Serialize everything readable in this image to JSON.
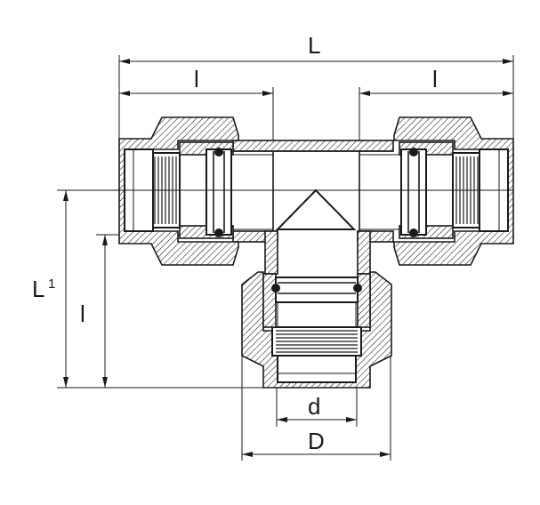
{
  "drawing": {
    "labels": {
      "overall_length": "L",
      "socket_length_left": "l",
      "socket_length_right": "l",
      "branch_height": "L",
      "branch_height_subscript": "1",
      "branch_socket_length": "l",
      "pipe_diameter": "d",
      "outer_diameter": "D"
    }
  }
}
